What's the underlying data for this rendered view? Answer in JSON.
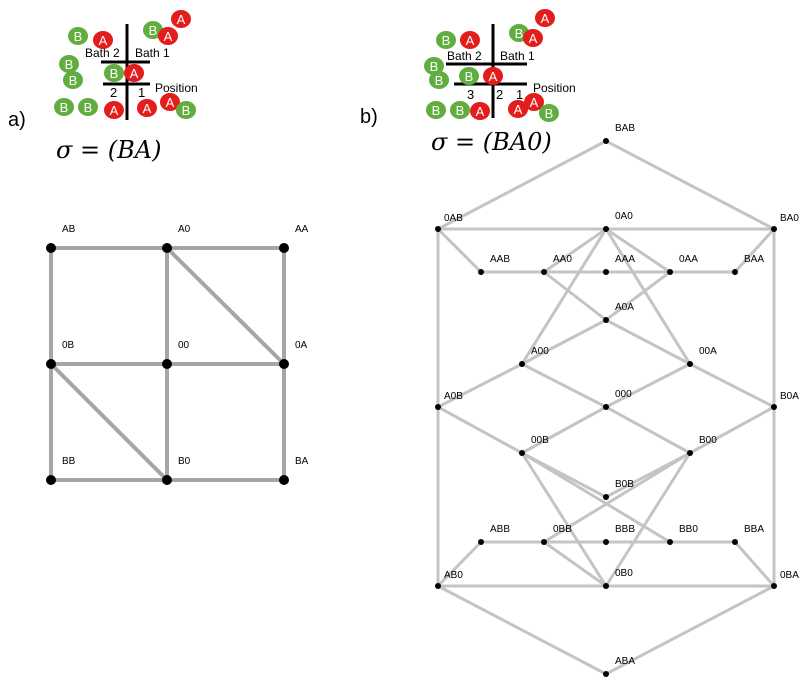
{
  "panel_a": {
    "label": "a)",
    "sigma": "σ = (BA)",
    "bath_left": "Bath 2",
    "bath_right": "Bath 1",
    "position_label": "Position",
    "position_numbers": [
      "2",
      "1"
    ],
    "nodes": [
      {
        "id": "AB",
        "label": "AB"
      },
      {
        "id": "A0",
        "label": "A0"
      },
      {
        "id": "AA",
        "label": "AA"
      },
      {
        "id": "0B",
        "label": "0B"
      },
      {
        "id": "00",
        "label": "00"
      },
      {
        "id": "0A",
        "label": "0A"
      },
      {
        "id": "BB",
        "label": "BB"
      },
      {
        "id": "B0",
        "label": "B0"
      },
      {
        "id": "BA",
        "label": "BA"
      }
    ],
    "edges": [
      [
        "AB",
        "A0"
      ],
      [
        "A0",
        "AA"
      ],
      [
        "AB",
        "0B"
      ],
      [
        "A0",
        "00"
      ],
      [
        "AA",
        "0A"
      ],
      [
        "A0",
        "0A"
      ],
      [
        "0B",
        "00"
      ],
      [
        "00",
        "0A"
      ],
      [
        "0B",
        "BB"
      ],
      [
        "00",
        "B0"
      ],
      [
        "0A",
        "BA"
      ],
      [
        "0B",
        "B0"
      ],
      [
        "BB",
        "B0"
      ],
      [
        "B0",
        "BA"
      ]
    ]
  },
  "panel_b": {
    "label": "b)",
    "sigma": "σ = (BA0)",
    "bath_left": "Bath 2",
    "bath_right": "Bath 1",
    "position_label": "Position",
    "position_numbers": [
      "3",
      "2",
      "1"
    ],
    "nodes": [
      {
        "id": "BAB",
        "label": "BAB"
      },
      {
        "id": "0AB",
        "label": "0AB"
      },
      {
        "id": "0A0",
        "label": "0A0"
      },
      {
        "id": "BA0",
        "label": "BA0"
      },
      {
        "id": "AAB",
        "label": "AAB"
      },
      {
        "id": "AA0",
        "label": "AA0"
      },
      {
        "id": "AAA",
        "label": "AAA"
      },
      {
        "id": "0AA",
        "label": "0AA"
      },
      {
        "id": "BAA",
        "label": "BAA"
      },
      {
        "id": "A0A",
        "label": "A0A"
      },
      {
        "id": "A00",
        "label": "A00"
      },
      {
        "id": "00A",
        "label": "00A"
      },
      {
        "id": "A0B",
        "label": "A0B"
      },
      {
        "id": "000",
        "label": "000"
      },
      {
        "id": "B0A",
        "label": "B0A"
      },
      {
        "id": "00B",
        "label": "00B"
      },
      {
        "id": "B00",
        "label": "B00"
      },
      {
        "id": "B0B",
        "label": "B0B"
      },
      {
        "id": "ABB",
        "label": "ABB"
      },
      {
        "id": "0BB",
        "label": "0BB"
      },
      {
        "id": "BBB",
        "label": "BBB"
      },
      {
        "id": "BB0",
        "label": "BB0"
      },
      {
        "id": "BBA",
        "label": "BBA"
      },
      {
        "id": "AB0",
        "label": "AB0"
      },
      {
        "id": "0B0",
        "label": "0B0"
      },
      {
        "id": "0BA",
        "label": "0BA"
      },
      {
        "id": "ABA",
        "label": "ABA"
      }
    ],
    "edges": [
      [
        "BAB",
        "0AB"
      ],
      [
        "BAB",
        "BA0"
      ],
      [
        "0AB",
        "0A0"
      ],
      [
        "0A0",
        "BA0"
      ],
      [
        "0AB",
        "AAB"
      ],
      [
        "0AB",
        "A0B"
      ],
      [
        "BA0",
        "BAA"
      ],
      [
        "BA0",
        "B0A"
      ],
      [
        "0A0",
        "AA0"
      ],
      [
        "0A0",
        "0AA"
      ],
      [
        "0A0",
        "A00"
      ],
      [
        "0A0",
        "00A"
      ],
      [
        "AAB",
        "AA0"
      ],
      [
        "AA0",
        "AAA"
      ],
      [
        "AAA",
        "0AA"
      ],
      [
        "0AA",
        "BAA"
      ],
      [
        "AA0",
        "A0A"
      ],
      [
        "0AA",
        "A0A"
      ],
      [
        "A0A",
        "A00"
      ],
      [
        "A0A",
        "00A"
      ],
      [
        "A00",
        "A0B"
      ],
      [
        "A00",
        "000"
      ],
      [
        "00A",
        "000"
      ],
      [
        "00A",
        "B0A"
      ],
      [
        "A0B",
        "00B"
      ],
      [
        "000",
        "00B"
      ],
      [
        "000",
        "B00"
      ],
      [
        "B0A",
        "B00"
      ],
      [
        "00B",
        "B0B"
      ],
      [
        "B0B",
        "B00"
      ],
      [
        "00B",
        "0B0"
      ],
      [
        "B00",
        "0B0"
      ],
      [
        "00B",
        "BB0"
      ],
      [
        "B00",
        "0BB"
      ],
      [
        "ABB",
        "0BB"
      ],
      [
        "0BB",
        "BBB"
      ],
      [
        "BBB",
        "BB0"
      ],
      [
        "BB0",
        "BBA"
      ],
      [
        "ABB",
        "AB0"
      ],
      [
        "0BB",
        "0B0"
      ],
      [
        "BBA",
        "0BA"
      ],
      [
        "AB0",
        "0B0"
      ],
      [
        "0B0",
        "0BA"
      ],
      [
        "A0B",
        "AB0"
      ],
      [
        "B0A",
        "0BA"
      ],
      [
        "AB0",
        "ABA"
      ],
      [
        "0BA",
        "ABA"
      ]
    ]
  },
  "colors": {
    "ball_a": "#e31c1c",
    "ball_b": "#62ad3f",
    "edge_a": "#a6a6a6",
    "edge_b": "#c4c4c4",
    "node": "#000000"
  }
}
